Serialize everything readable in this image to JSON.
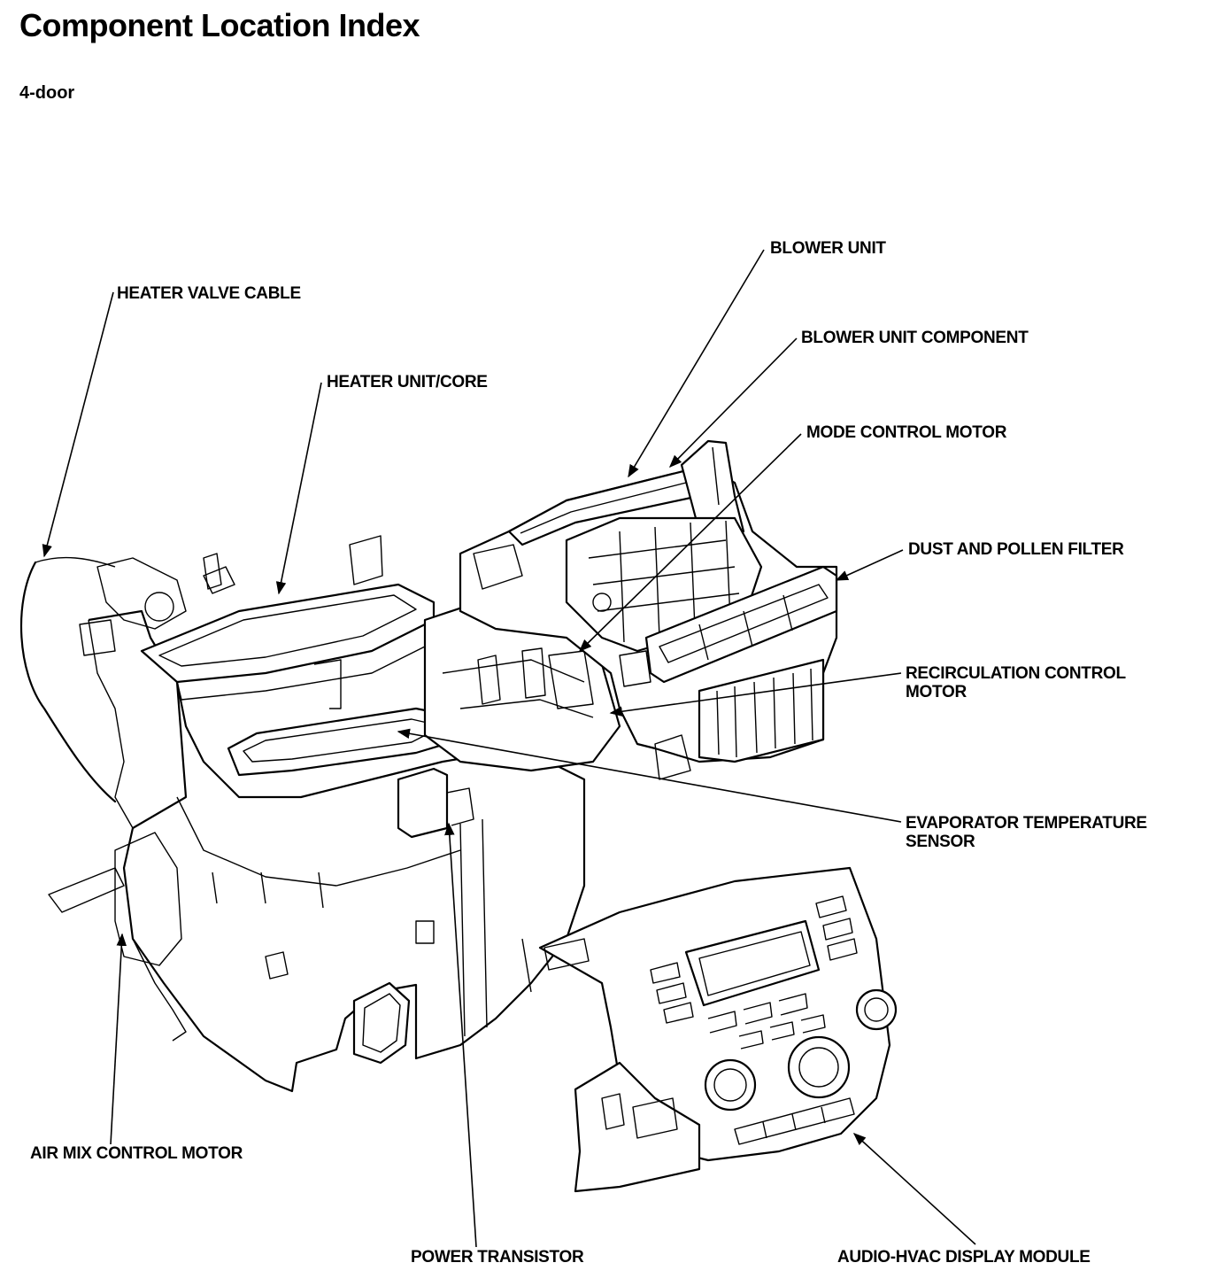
{
  "header": {
    "title": "Component Location Index",
    "subtitle": "4-door"
  },
  "callouts": {
    "blower_unit": "BLOWER UNIT",
    "heater_valve_cable": "HEATER VALVE CABLE",
    "blower_unit_component": "BLOWER UNIT COMPONENT",
    "heater_unit_core": "HEATER UNIT/CORE",
    "mode_control_motor": "MODE CONTROL MOTOR",
    "dust_pollen_filter": "DUST AND POLLEN FILTER",
    "recirculation_line1": "RECIRCULATION CONTROL",
    "recirculation_line2": "MOTOR",
    "evaporator_line1": "EVAPORATOR TEMPERATURE",
    "evaporator_line2": "SENSOR",
    "air_mix_control_motor": "AIR MIX CONTROL MOTOR",
    "power_transistor": "POWER TRANSISTOR",
    "audio_hvac_display_module": "AUDIO-HVAC DISPLAY MODULE"
  }
}
